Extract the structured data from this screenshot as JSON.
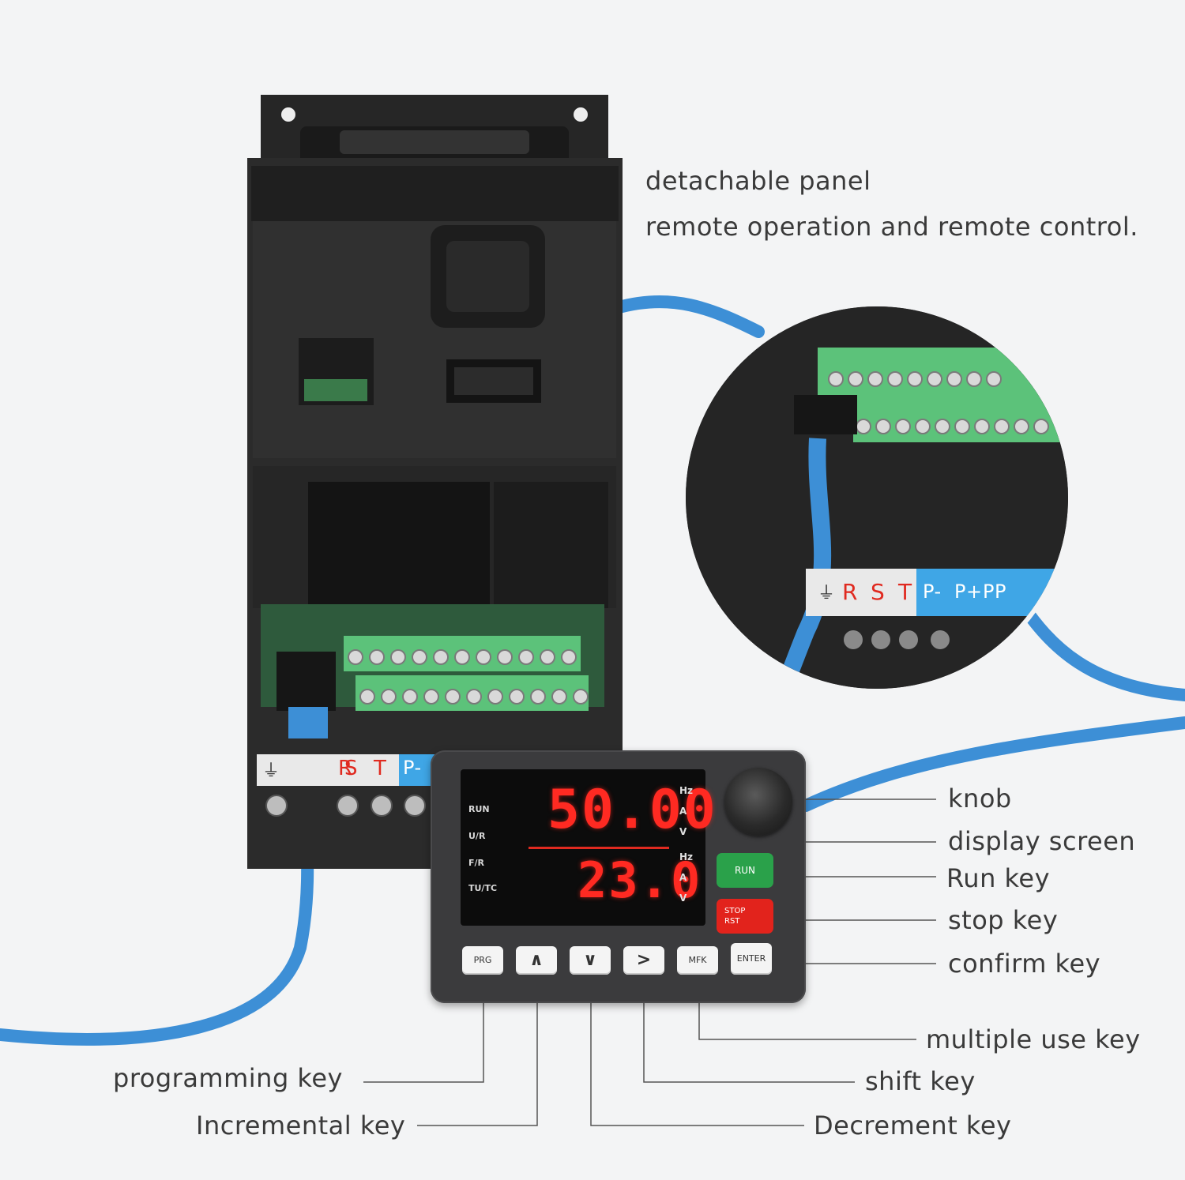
{
  "callouts": {
    "panel_title": "detachable panel",
    "panel_subtitle": "remote operation and remote control.",
    "knob": "knob",
    "display_screen": "display screen",
    "run_key": "Run key",
    "stop_key": "stop key",
    "confirm_key": "confirm key",
    "multiple_use_key": "multiple use key",
    "shift_key": "shift key",
    "decrement_key": "Decrement key",
    "programming_key": "programming key",
    "incremental_key": "Incremental key"
  },
  "display": {
    "top_value": "50.00",
    "bottom_value": "23.0",
    "indicators": [
      "RUN",
      "U/R",
      "F/R",
      "TU/TC"
    ],
    "units_top": [
      "Hz",
      "A",
      "V"
    ],
    "units_bottom": [
      "Hz",
      "A",
      "V"
    ]
  },
  "keys": {
    "prg": "PRG",
    "up": "∧",
    "down": "∨",
    "right": ">",
    "mfk": "MFK",
    "enter": "ENTER",
    "run": "RUN",
    "stop_line1": "STOP",
    "stop_line2": "RST"
  },
  "terminals": {
    "main": [
      "⏚",
      "R",
      "S",
      "T",
      "P-"
    ],
    "zoom": [
      "⏚",
      "R",
      "S",
      "T",
      "P-",
      "P+",
      "PP"
    ]
  },
  "colors": {
    "background": "#f3f4f5",
    "inverter_body": "#2b2b2b",
    "cable": "#3d8fd6",
    "terminal_green": "#5cc27a",
    "display_red": "#ff2a22",
    "run_green": "#2aa14a",
    "stop_red": "#e2231c",
    "label_blue": "#3fa6e6"
  }
}
